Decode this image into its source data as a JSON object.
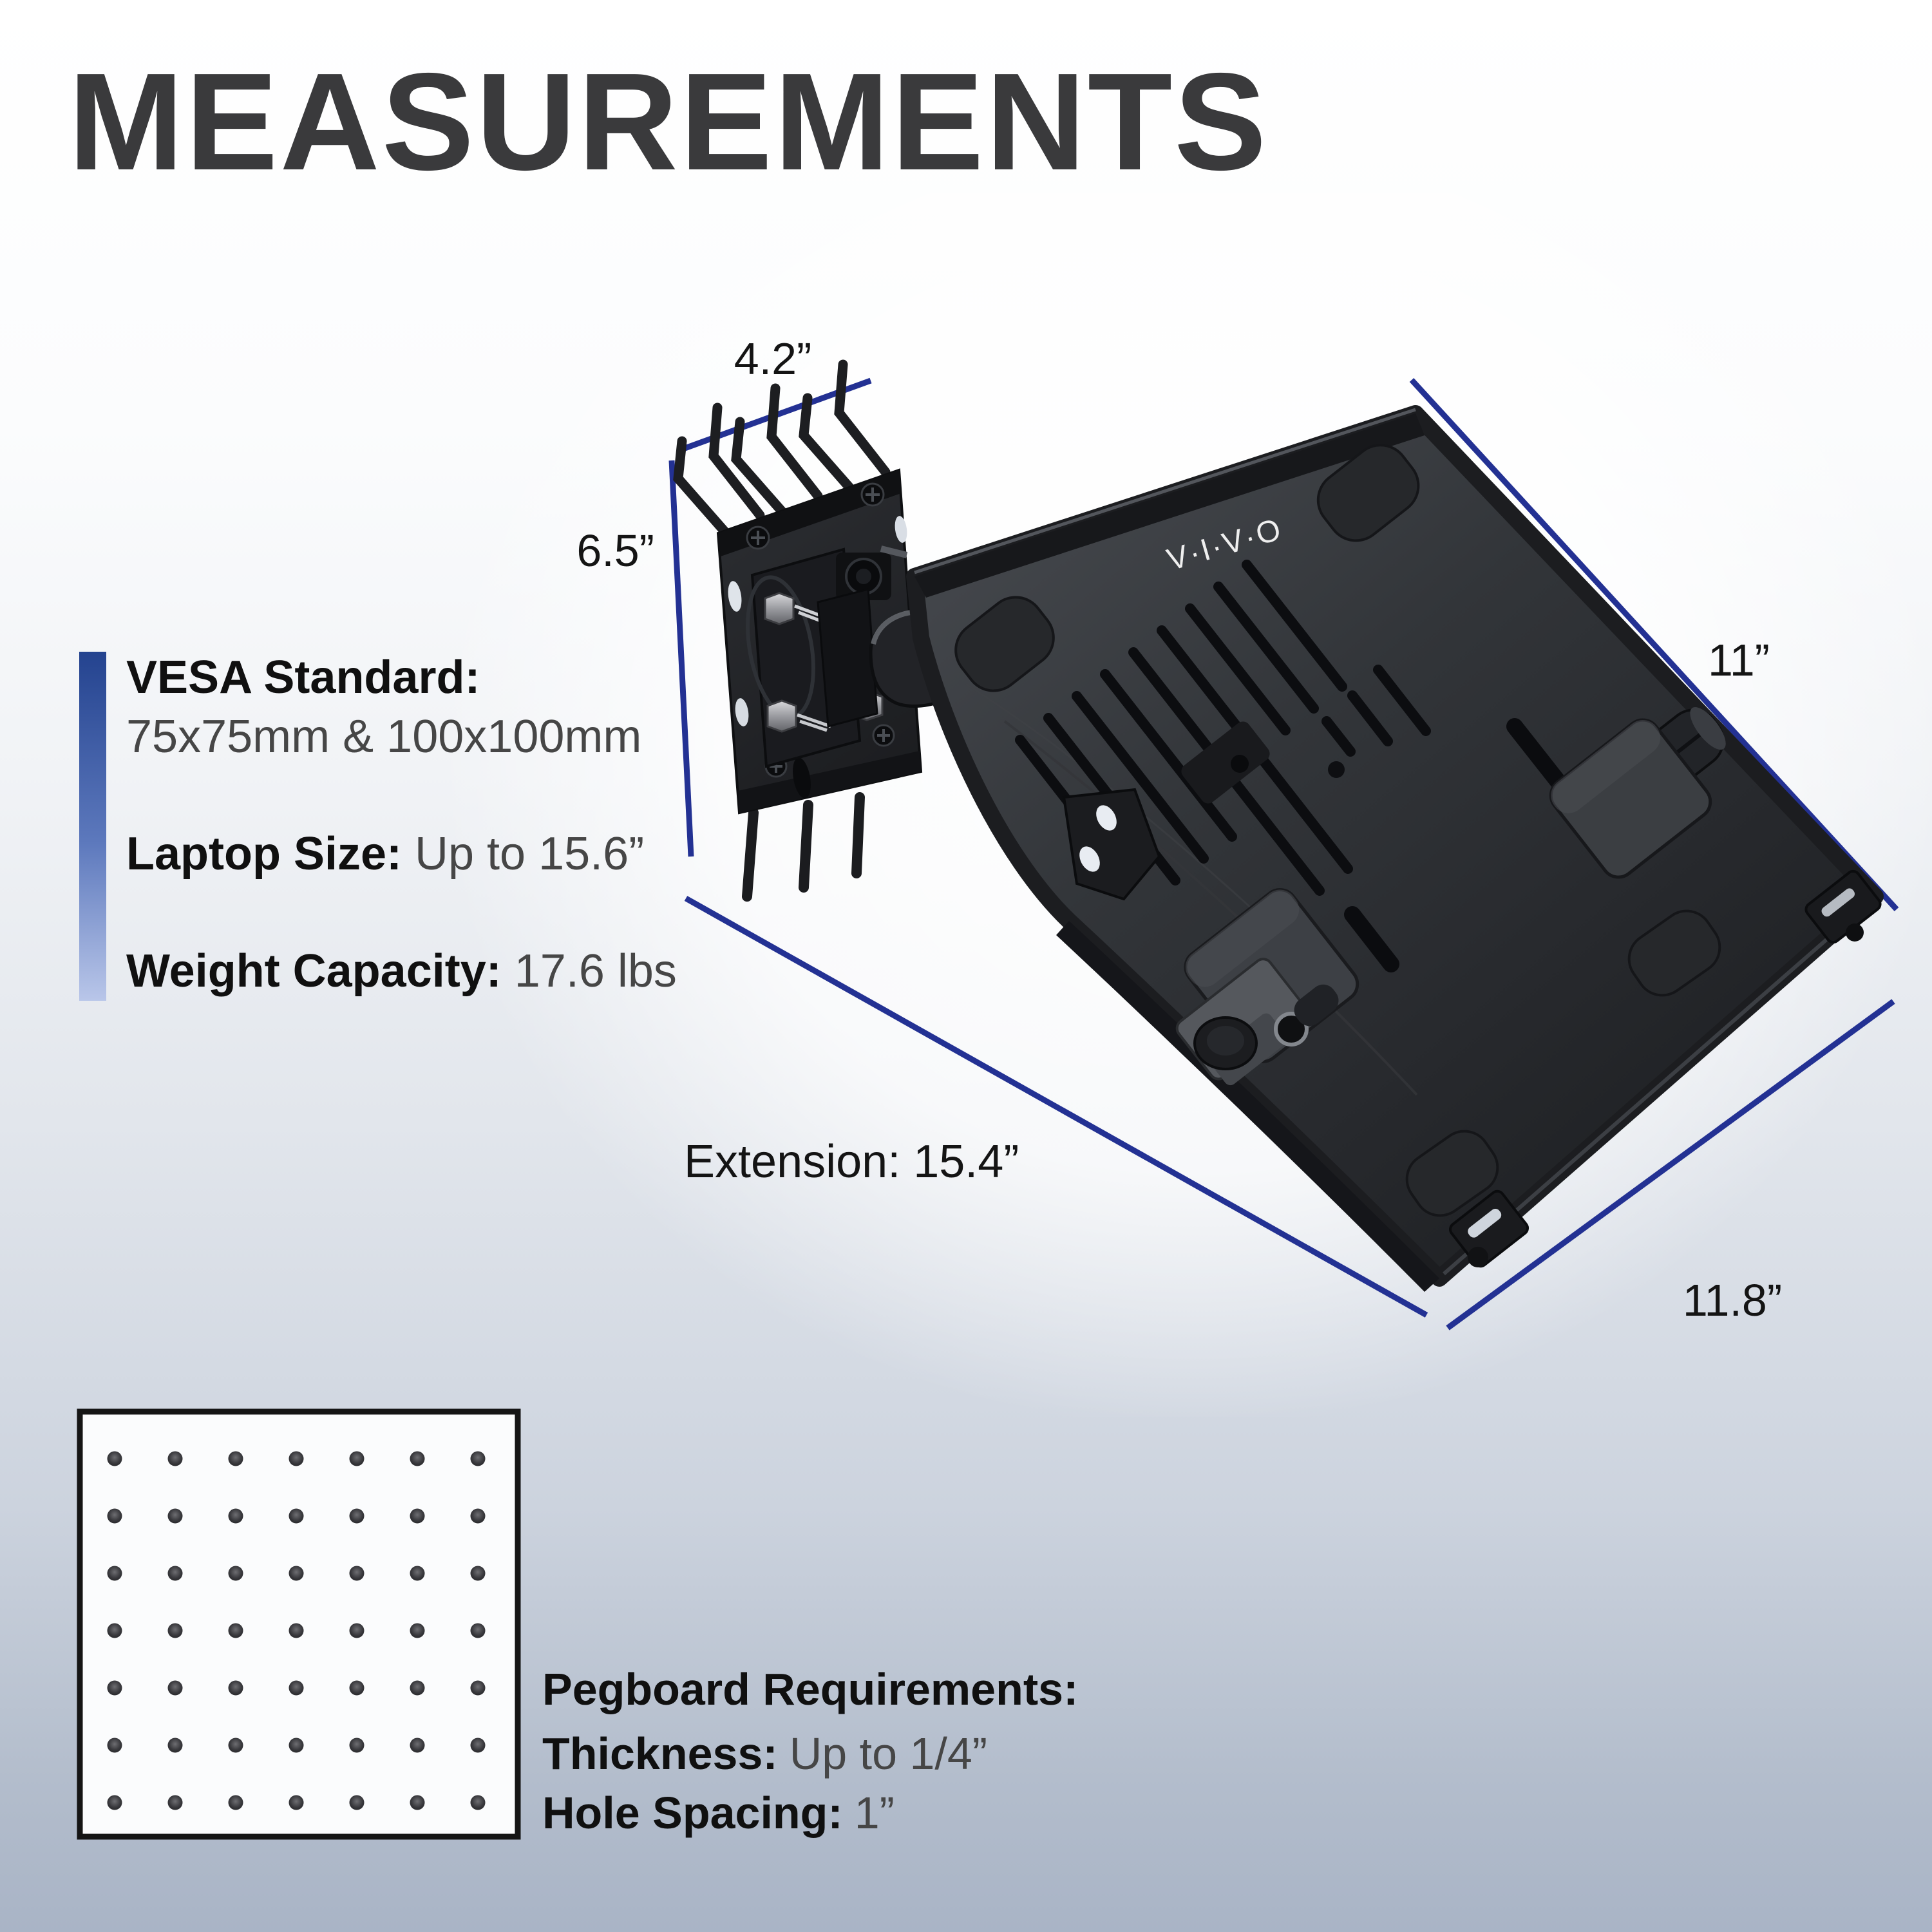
{
  "title": "MEASUREMENTS",
  "product": {
    "brand_logo": "V·I·V·O"
  },
  "dimensions": {
    "bracket_width": "4.2”",
    "bracket_height": "6.5”",
    "tray_side": "11”",
    "tray_front": "11.8”",
    "extension": "Extension: 15.4”"
  },
  "specs": {
    "vesa_label": "VESA Standard:",
    "vesa_value": "75x75mm & 100x100mm",
    "laptop_label": "Laptop Size:",
    "laptop_value": "Up to 15.6”",
    "weight_label": "Weight Capacity:",
    "weight_value": "17.6 lbs"
  },
  "pegboard": {
    "heading": "Pegboard Requirements:",
    "thickness_label": "Thickness:",
    "thickness_value": "Up to 1/4”",
    "spacing_label": "Hole Spacing:",
    "spacing_value": "1”"
  },
  "colors": {
    "accent_blue": "#233193",
    "title": "#3a3a3c",
    "text": "#141414",
    "muted": "#464646",
    "bar_top": "#24438f",
    "bar_bottom": "#b9c6e9"
  }
}
